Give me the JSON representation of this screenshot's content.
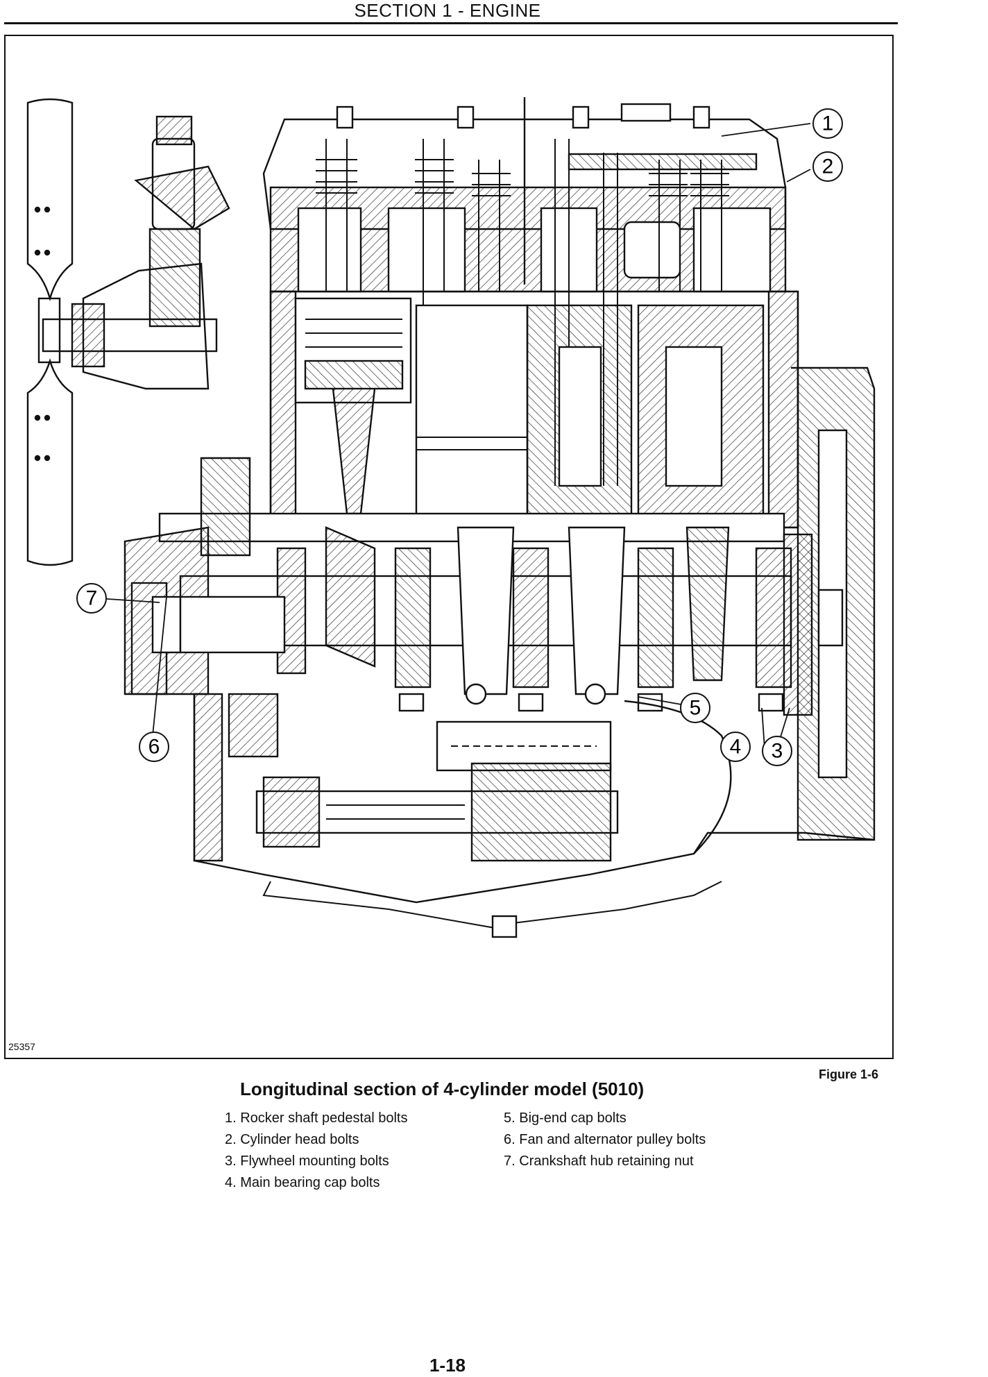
{
  "header": {
    "title": "SECTION 1 - ENGINE"
  },
  "figure": {
    "id": "25357",
    "caption": "Longitudinal section of 4-cylinder model (5010)",
    "label": "Figure 1-6",
    "callouts": [
      "1",
      "2",
      "3",
      "4",
      "5",
      "6",
      "7"
    ]
  },
  "legend": {
    "left": [
      "1. Rocker shaft pedestal bolts",
      "2. Cylinder head bolts",
      "3. Flywheel mounting bolts",
      "4. Main bearing cap bolts"
    ],
    "right": [
      "5. Big-end cap bolts",
      "6. Fan and alternator pulley bolts",
      "7. Crankshaft hub retaining nut"
    ]
  },
  "footer": {
    "page_number": "1-18"
  }
}
